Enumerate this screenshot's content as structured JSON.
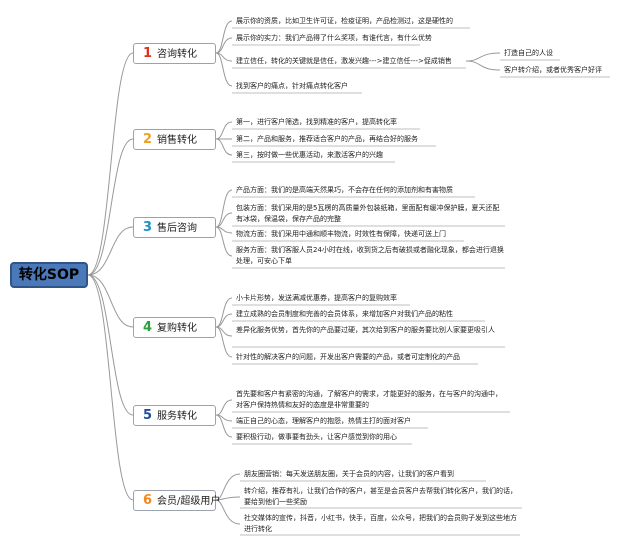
{
  "root": {
    "title": "转化SOP"
  },
  "branches": [
    {
      "num": "1",
      "label": "咨询转化",
      "color": "#e0301e",
      "items": [
        "展示你的资质，比如卫生许可证，检疫证明，产品检测过，这是硬性的",
        "展示你的实力：我们产品得了什么奖项，有谁代言，有什么优势",
        "建立信任，转化的关键就是信任，激发兴趣--->建立信任--->促成销售",
        "找到客户的痛点，针对痛点转化客户"
      ],
      "sub_items": [
        "打造自己的人设",
        "客户转介绍，或者优秀客户好评"
      ]
    },
    {
      "num": "2",
      "label": "销售转化",
      "color": "#f0a020",
      "items": [
        "第一，进行客户筛选，找到精准的客户，提高转化率",
        "第二，产品和服务，推荐适合客户的产品，再结合好的服务",
        "第三，按时做一些优惠活动，来激活客户的兴趣"
      ]
    },
    {
      "num": "3",
      "label": "售后咨询",
      "color": "#1f8fc8",
      "items": [
        "产品方面：我们的是高端天然果巧，不会存在任何的添加剂和有害物质",
        "包装方面：我们采用的是5瓦楞的高质量外包装纸箱，里面配有缓冲保护膜，夏天还配有冰袋，保温袋，保存产品的完整",
        "物流方面：我们采用中通和顺丰物流，时效性有保障，快递可送上门",
        "服务方面：我们客服人员24小时在线，收到货之后有破损或者融化现象，都会进行退换处理，可安心下单"
      ]
    },
    {
      "num": "4",
      "label": "复购转化",
      "color": "#2e9e3e",
      "items": [
        "小卡片形势，发送满减优惠券，提高客户的复购效率",
        "建立成熟的会员制度和完善的会员体系，来增加客户对我们产品的粘性",
        "差异化服务优势，首先你的产品要过硬，其次给到客户的服务要比别人家要更吸引人",
        "针对性的解决客户的问题，开发出客户需要的产品，或者可定制化的产品"
      ]
    },
    {
      "num": "5",
      "label": "服务转化",
      "color": "#1f4f9c",
      "items": [
        "首先要和客户有紧密的沟通，了解客户的需求，才能更好的服务，在与客户的沟通中，对客户保持热情和友好的态度是非常重要的",
        "端正自己的心态，理解客户的抱怨，热情主打的面对客户",
        "要积极行动，做事要有劲头，让客户感觉到你的用心"
      ]
    },
    {
      "num": "6",
      "label": "会员/超级用户",
      "color": "#f08a20",
      "items": [
        "朋友圈营销：每天发送朋友圈，关于会员的内容，让我们的客户看到",
        "转介绍，推荐有礼，让我们合作的客户，甚至是会员客户去帮我们转化客户，我们的话，要给到他们一些奖励",
        "社交媒体的宣传，抖音，小红书，快手，百度，公众号，把我们的会员购子发到这些地方进行转化"
      ]
    }
  ]
}
